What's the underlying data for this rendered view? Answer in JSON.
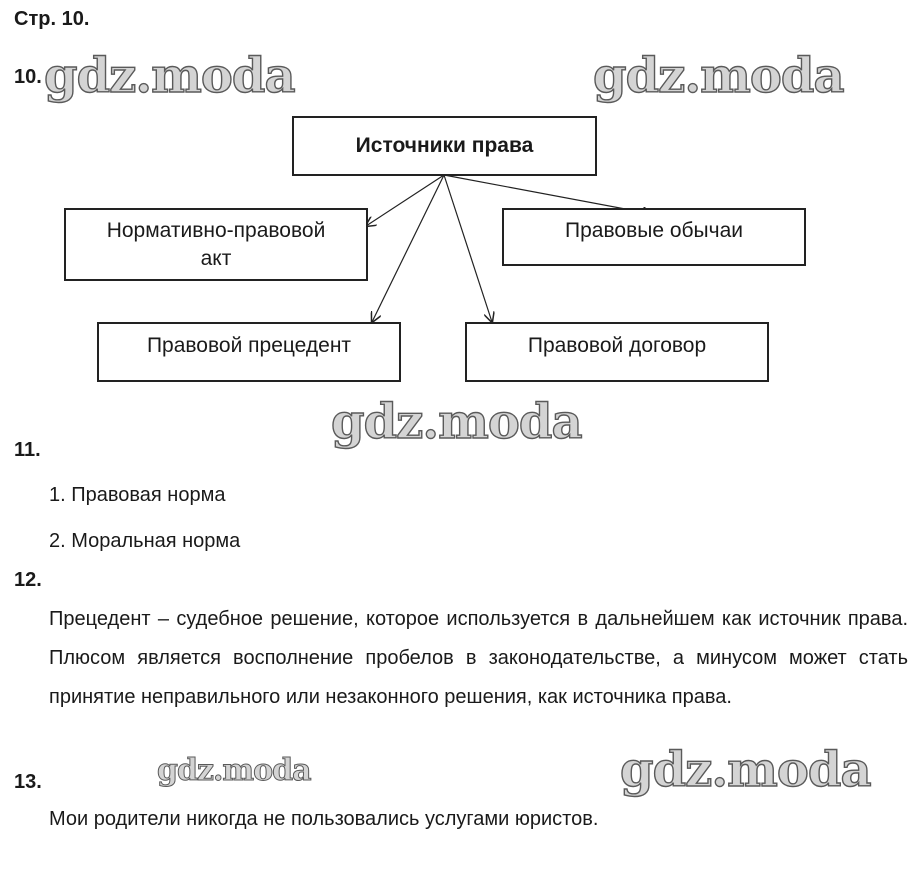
{
  "page": {
    "label": "Стр. 10."
  },
  "watermark": {
    "text": "gdz.moda"
  },
  "task10": {
    "number": "10.",
    "diagram": {
      "root": "Источники права",
      "nodes": [
        {
          "id": "normative-act",
          "lines": [
            "Нормативно-правовой",
            "акт"
          ]
        },
        {
          "id": "customs",
          "lines": [
            "Правовые обычаи"
          ]
        },
        {
          "id": "precedent",
          "lines": [
            "Правовой прецедент"
          ]
        },
        {
          "id": "contract",
          "lines": [
            "Правовой договор"
          ]
        }
      ]
    }
  },
  "task11": {
    "number": "11.",
    "items": [
      "1. Правовая норма",
      "2. Моральная норма"
    ]
  },
  "task12": {
    "number": "12.",
    "text": "Прецедент – судебное решение, которое используется в дальнейшем как источник права. Плюсом является восполнение пробелов в законодательстве, а минусом может стать принятие неправильного или незаконного решения, как источника права."
  },
  "task13": {
    "number": "13.",
    "text": "Мои родители никогда не пользовались услугами юристов."
  }
}
